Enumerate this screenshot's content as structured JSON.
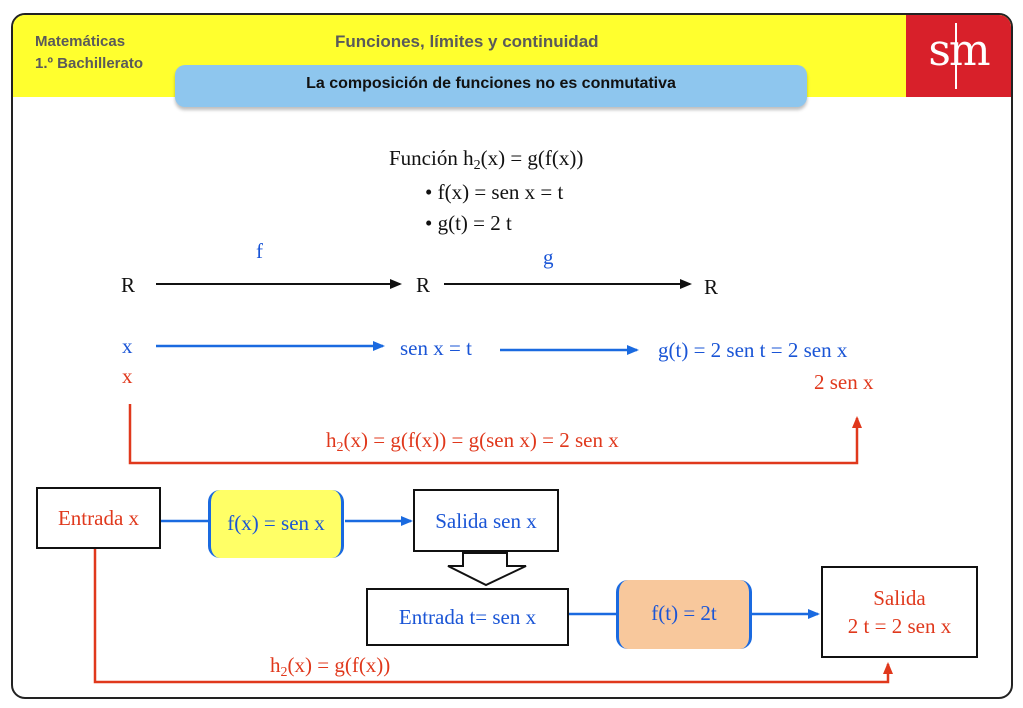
{
  "header": {
    "subject": "Matemáticas",
    "level": "1.º Bachillerato",
    "unit_title": "Funciones, límites y continuidad",
    "slide_title": "La composición de funciones no es conmutativa",
    "logo": "sm"
  },
  "colors": {
    "accent_yellow": "#ffff2e",
    "subtitle_blue": "#8ec6ee",
    "logo_red": "#d8202a",
    "blue": "#1a55d6",
    "red": "#e0381c",
    "box_yellow": "#ffff66",
    "box_orange": "#f8c89c"
  },
  "definition": {
    "prefix": "Función  h",
    "sub": "2",
    "suffix": "(x) = g(f(x))",
    "bullet1": "• f(x) = sen x = t",
    "bullet2": "• g(t) = 2 t"
  },
  "mapping": {
    "domain_label": "R",
    "mid_label": "R",
    "codomain_label": "R",
    "f_label": "f",
    "g_label": "g",
    "x_blue": "x",
    "x_red": "x",
    "sen_x_t": "sen x = t",
    "g_result": "g(t) = 2 sen t = 2 sen x",
    "red_result": "2 sen x",
    "composition": {
      "prefix": "h",
      "sub": "2",
      "suffix": "(x) = g(f(x)) = g(sen x) = 2 sen x"
    }
  },
  "flow": {
    "input_box": "Entrada x",
    "f_box": "f(x) = sen x",
    "output_box": "Salida sen x",
    "input2_box": "Entrada t= sen x",
    "g_box": "f(t) = 2t",
    "output2_line1": "Salida",
    "output2_line2": "2 t = 2 sen x",
    "bottom": {
      "prefix": "h",
      "sub": "2",
      "suffix": "(x) = g(f(x))"
    }
  }
}
